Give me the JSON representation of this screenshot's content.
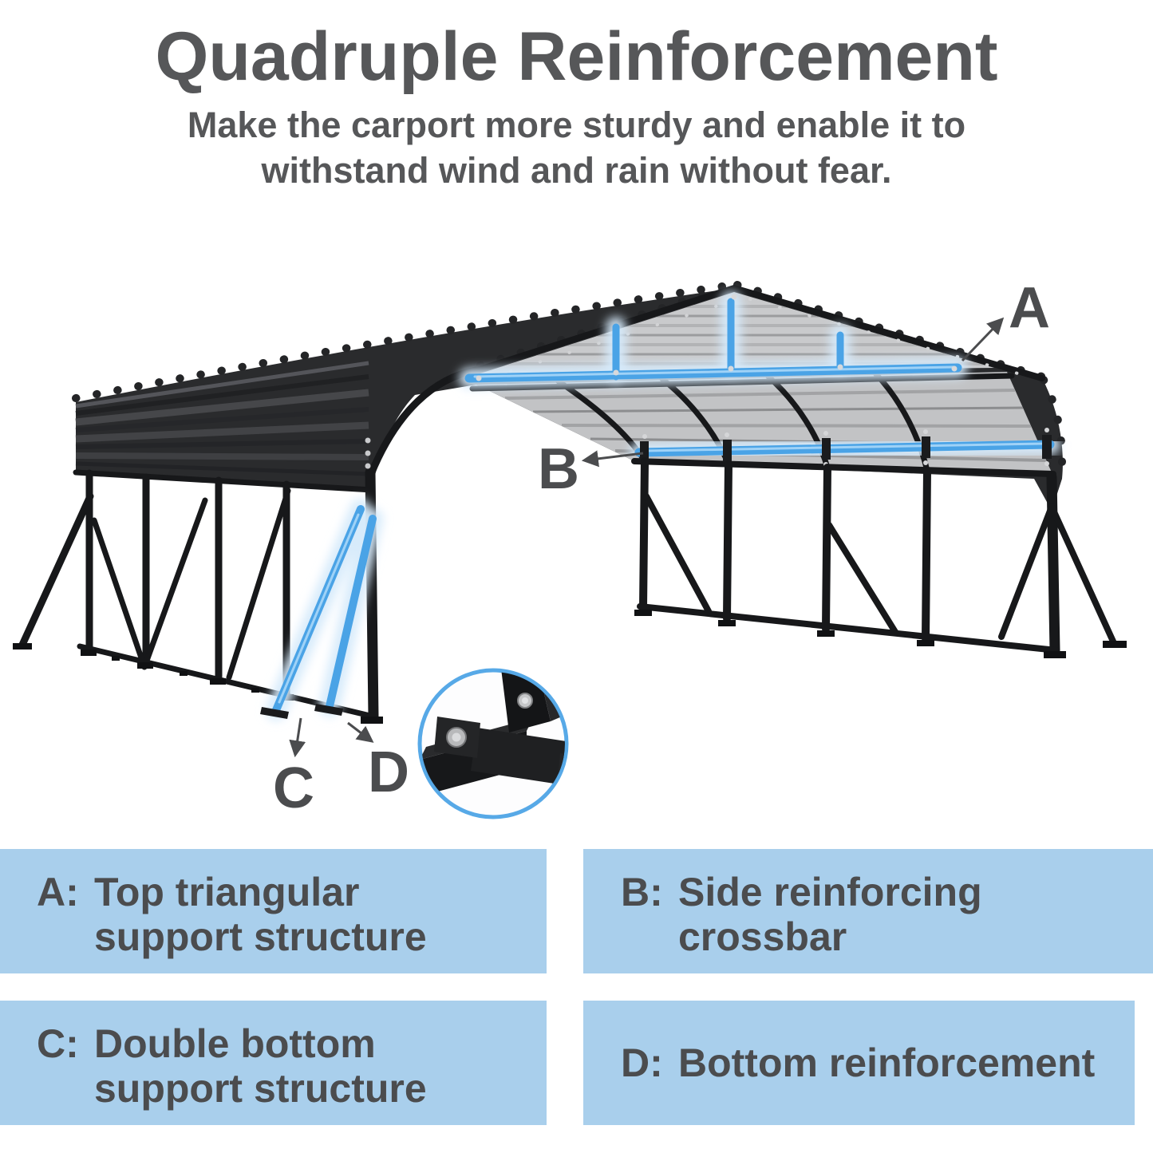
{
  "header": {
    "title": "Quadruple Reinforcement",
    "subtitle_line1": "Make the carport more sturdy and enable it to",
    "subtitle_line2": "withstand wind and rain without fear."
  },
  "callouts": {
    "a": "A",
    "b": "B",
    "c": "C",
    "d": "D"
  },
  "legend": [
    {
      "key": "A:",
      "text": "Top triangular support structure"
    },
    {
      "key": "B:",
      "text": "Side reinforcing crossbar"
    },
    {
      "key": "C:",
      "text": "Double bottom support structure"
    },
    {
      "key": "D:",
      "text": "Bottom reinforcement"
    }
  ],
  "colors": {
    "highlight_blue": "#4aa3e6",
    "legend_box_bg": "#a9cfec",
    "heading_gray": "#565759",
    "label_gray": "#4b4c4e",
    "inset_ring_blue": "#57a9e7",
    "metal_dark": "#232426",
    "roof_underside_gray": "#c9cacc"
  }
}
